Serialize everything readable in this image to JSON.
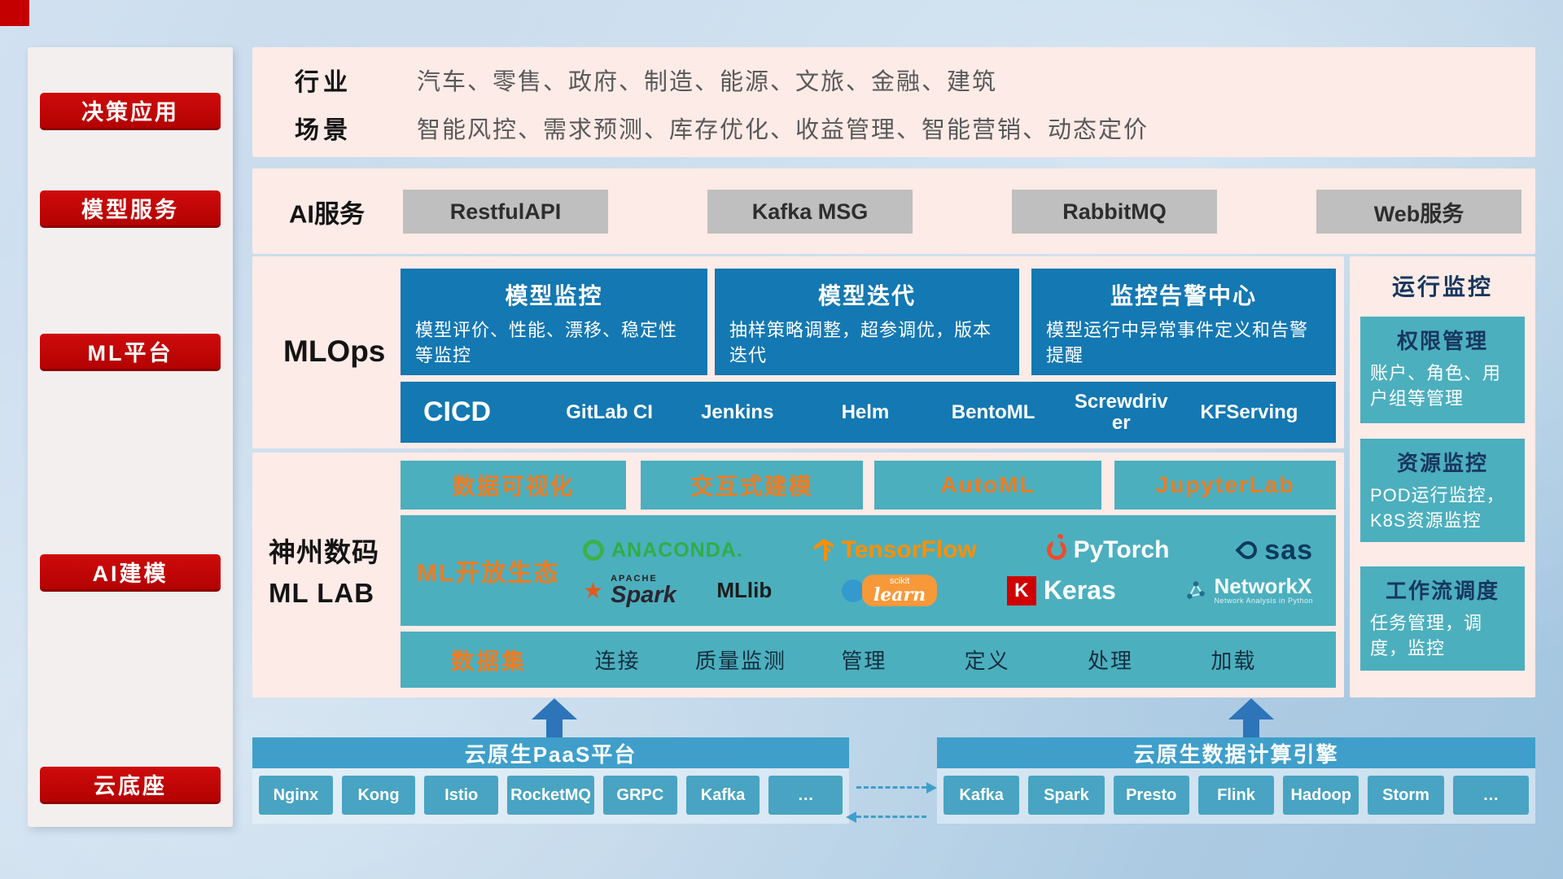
{
  "sidebar": {
    "items": [
      {
        "label": "决策应用"
      },
      {
        "label": "模型服务"
      },
      {
        "label": "ML平台"
      },
      {
        "label": "AI建模"
      },
      {
        "label": "云底座"
      }
    ]
  },
  "industry_row": {
    "label": "行业",
    "content": "汽车、零售、政府、制造、能源、文旅、金融、建筑"
  },
  "scene_row": {
    "label": "场景",
    "content": "智能风控、需求预测、库存优化、收益管理、智能营销、动态定价"
  },
  "ai_service": {
    "label": "AI服务",
    "buttons": [
      {
        "label": "RestfulAPI"
      },
      {
        "label": "Kafka MSG"
      },
      {
        "label": "RabbitMQ"
      },
      {
        "label": "Web服务"
      }
    ]
  },
  "mlops": {
    "label": "MLOps",
    "cards": [
      {
        "title": "模型监控",
        "desc": "模型评价、性能、漂移、稳定性等监控"
      },
      {
        "title": "模型迭代",
        "desc": "抽样策略调整，超参调优，版本迭代"
      },
      {
        "title": "监控告警中心",
        "desc": "模型运行中异常事件定义和告警提醒"
      }
    ],
    "cicd": {
      "label": "CICD",
      "items": [
        {
          "label": "GitLab CI"
        },
        {
          "label": "Jenkins"
        },
        {
          "label": "Helm"
        },
        {
          "label": "BentoML"
        },
        {
          "label": "Screwdriver"
        },
        {
          "label": "KFServing"
        }
      ]
    }
  },
  "runtime_monitor": {
    "title": "运行监控",
    "cards": [
      {
        "title": "权限管理",
        "desc": "账户、角色、用户组等管理"
      },
      {
        "title": "资源监控",
        "desc": "POD运行监控，K8S资源监控"
      },
      {
        "title": "工作流调度",
        "desc": "任务管理，调度，监控"
      }
    ]
  },
  "mllab": {
    "label_line1": "神州数码",
    "label_line2": "ML LAB",
    "tools": [
      {
        "label": "数据可视化"
      },
      {
        "label": "交互式建模"
      },
      {
        "label": "AutoML"
      },
      {
        "label": "JupyterLab"
      }
    ],
    "ecosystem": {
      "label": "ML开放生态",
      "logos": {
        "anaconda": {
          "name": "ANACONDA."
        },
        "tensorflow": {
          "name": "TensorFlow"
        },
        "pytorch": {
          "name": "PyTorch"
        },
        "sas": {
          "name": "sas"
        },
        "spark": {
          "pre": "APACHE",
          "name": "Spark"
        },
        "mllib": {
          "name": "MLlib"
        },
        "sklearn": {
          "pre": "scikit",
          "name": "learn"
        },
        "keras": {
          "icon_letter": "K",
          "name": "Keras"
        },
        "networkx": {
          "name": "NetworkX",
          "sub": "Network Analysis in Python"
        }
      }
    },
    "dataset": {
      "label": "数据集",
      "items": [
        {
          "label": "连接"
        },
        {
          "label": "质量监测"
        },
        {
          "label": "管理"
        },
        {
          "label": "定义"
        },
        {
          "label": "处理"
        },
        {
          "label": "加载"
        }
      ]
    }
  },
  "cloud": {
    "paas": {
      "title": "云原生PaaS平台",
      "items": [
        {
          "label": "Nginx"
        },
        {
          "label": "Kong"
        },
        {
          "label": "Istio"
        },
        {
          "label": "RocketMQ"
        },
        {
          "label": "GRPC"
        },
        {
          "label": "Kafka"
        },
        {
          "label": "…"
        }
      ]
    },
    "engine": {
      "title": "云原生数据计算引擎",
      "items": [
        {
          "label": "Kafka"
        },
        {
          "label": "Spark"
        },
        {
          "label": "Presto"
        },
        {
          "label": "Flink"
        },
        {
          "label": "Hadoop"
        },
        {
          "label": "Storm"
        },
        {
          "label": "…"
        }
      ]
    }
  },
  "icons": {
    "spark_star": "★"
  },
  "colors": {
    "accent_red": "#c40000",
    "panel_pink": "#fdebe7",
    "card_blue": "#1478b2",
    "teal": "#4cafbe",
    "orange": "#ed7d23",
    "navy": "#17375e",
    "bottom_blue": "#3f9fca"
  }
}
